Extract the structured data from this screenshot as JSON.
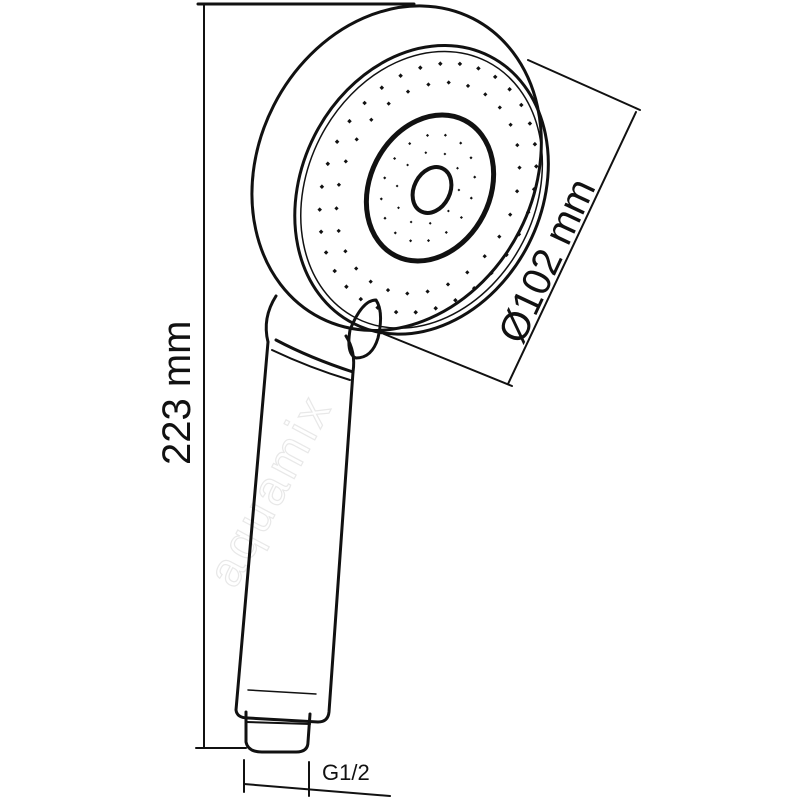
{
  "dimensions": {
    "length": "223 mm",
    "diameter": "Ø102 mm",
    "thread": "G1/2"
  },
  "watermark": "aquamix",
  "colors": {
    "line": "#111111",
    "background": "#ffffff",
    "watermark": "#e8e8e8"
  }
}
